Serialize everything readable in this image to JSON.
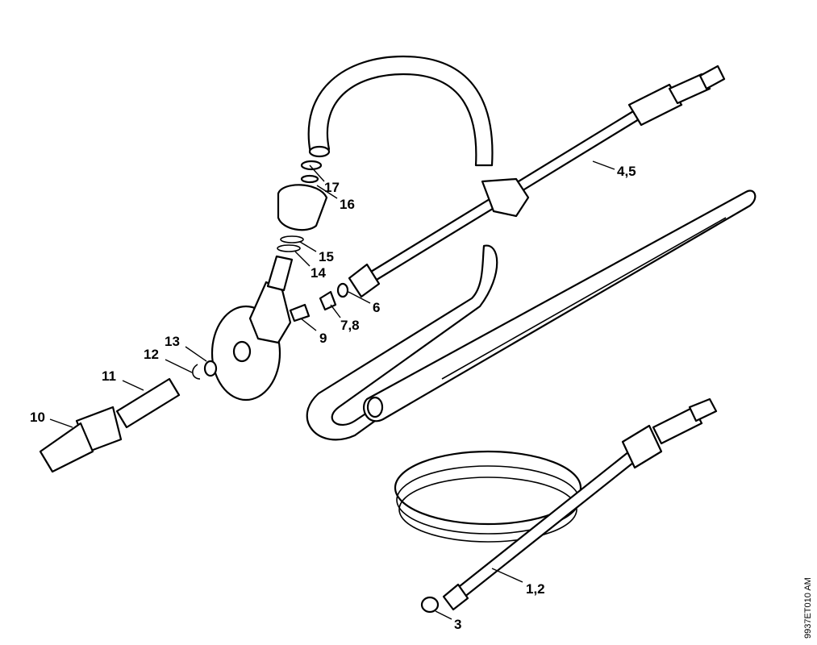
{
  "callouts": {
    "c1_2": "1,2",
    "c3": "3",
    "c4_5": "4,5",
    "c6": "6",
    "c7_8": "7,8",
    "c9": "9",
    "c10": "10",
    "c11": "11",
    "c12": "12",
    "c13": "13",
    "c14": "14",
    "c15": "15",
    "c16": "16",
    "c17": "17"
  },
  "drawing_code": "9937ET010 AM"
}
